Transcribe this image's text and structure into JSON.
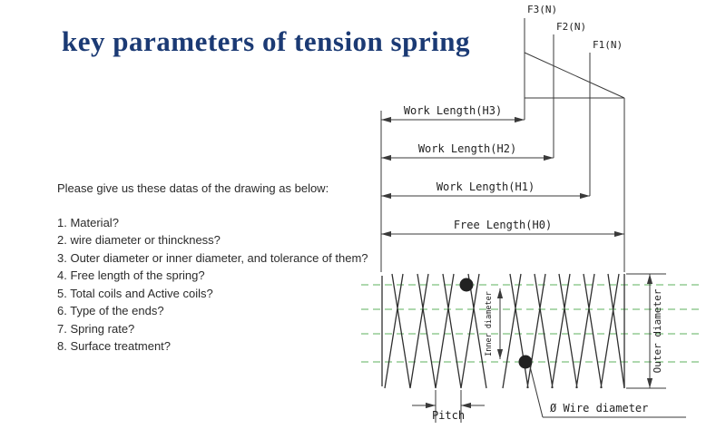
{
  "title": "key parameters of tension spring",
  "notes": {
    "intro": "Please give us these datas of the drawing as below:",
    "items": [
      "1. Material?",
      "2. wire diameter or thinckness?",
      "3. Outer diameter or inner diameter, and  tolerance of them?",
      "4. Free length of the spring?",
      "5. Total coils and Active coils?",
      "6. Type of the ends?",
      "7. Spring rate?",
      "8. Surface treatment?"
    ]
  },
  "diagram": {
    "forces": {
      "f3": "F3(N)",
      "f2": "F2(N)",
      "f1": "F1(N)"
    },
    "dims": {
      "h3": "Work Length(H3)",
      "h2": "Work Length(H2)",
      "h1": "Work Length(H1)",
      "h0": "Free Length(H0)",
      "inner": "Inner diameter",
      "outer": "Outer diameter",
      "pitch": "Pitch",
      "wire": "Ø Wire diameter"
    },
    "colors": {
      "title_blue": "#1b3a74",
      "drawing_line": "#3a3a3a",
      "centerline_green": "#5db05d"
    }
  }
}
